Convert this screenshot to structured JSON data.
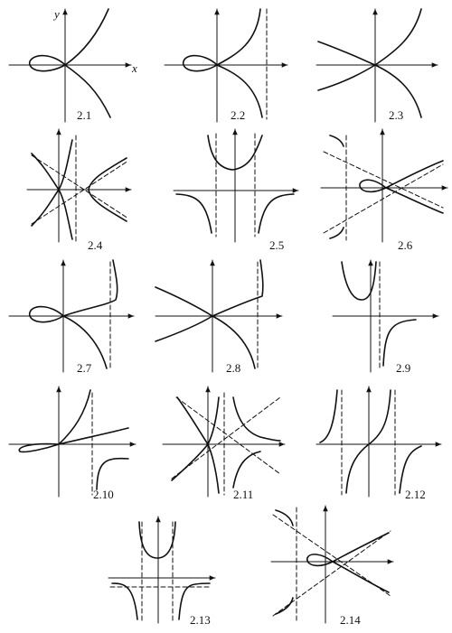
{
  "figure": {
    "axis_labels": {
      "x": "x",
      "y": "y"
    },
    "ink_color": "#111111",
    "dash_pattern": "dashed",
    "panels": [
      {
        "id": "p21",
        "label": "2.1"
      },
      {
        "id": "p22",
        "label": "2.2"
      },
      {
        "id": "p23",
        "label": "2.3"
      },
      {
        "id": "p24",
        "label": "2.4"
      },
      {
        "id": "p25",
        "label": "2.5"
      },
      {
        "id": "p26",
        "label": "2.6"
      },
      {
        "id": "p27",
        "label": "2.7"
      },
      {
        "id": "p28",
        "label": "2.8"
      },
      {
        "id": "p29",
        "label": "2.9"
      },
      {
        "id": "p210",
        "label": "2.10"
      },
      {
        "id": "p211",
        "label": "2.11"
      },
      {
        "id": "p212",
        "label": "2.12"
      },
      {
        "id": "p213",
        "label": "2.13"
      },
      {
        "id": "p214",
        "label": "2.14"
      }
    ]
  }
}
